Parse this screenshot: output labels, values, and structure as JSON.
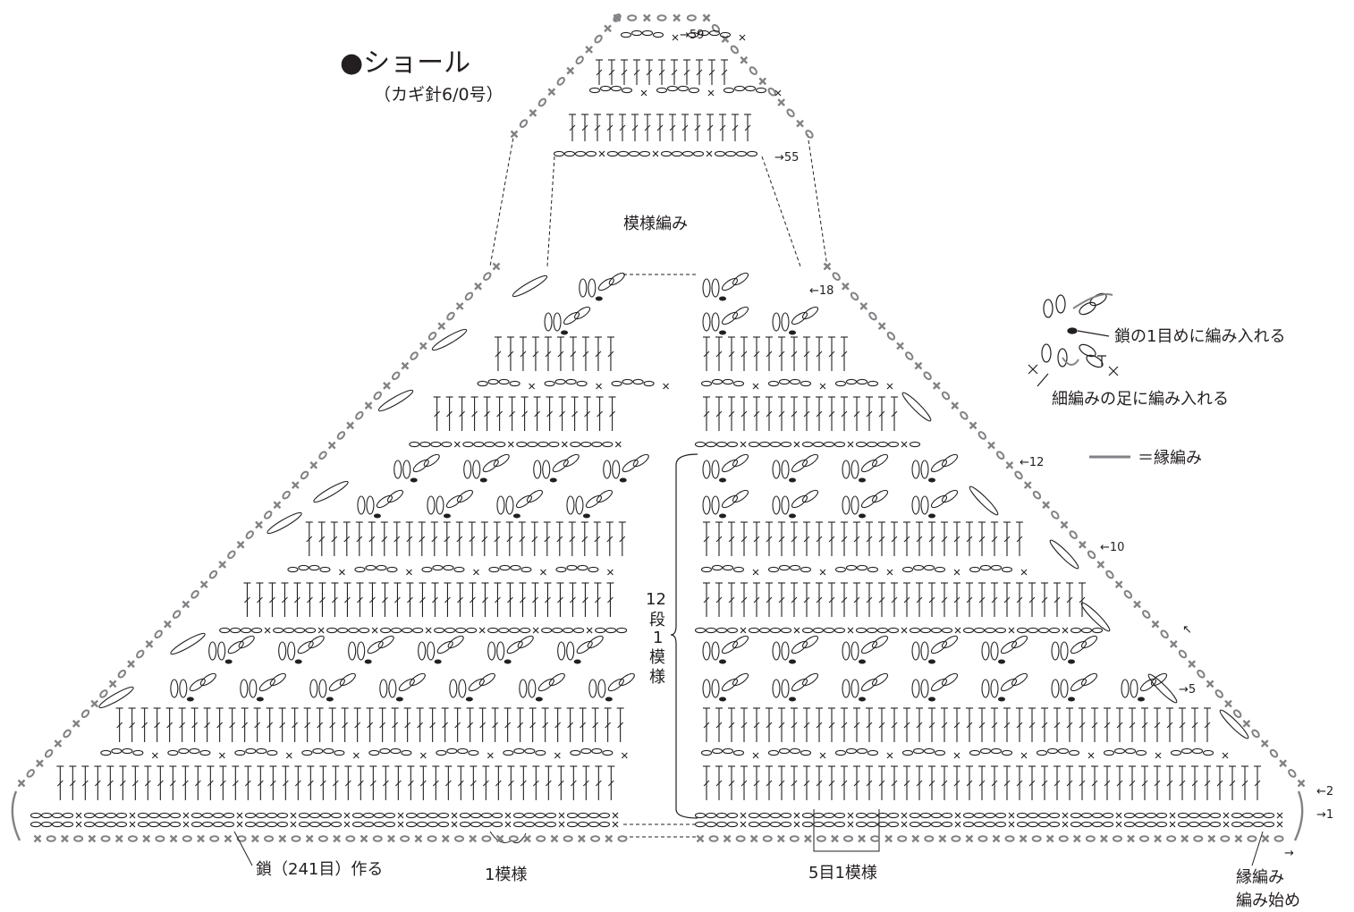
{
  "title": "●ショール",
  "subtitle": "（カギ針6/0号）",
  "pattern_label": "模様編み",
  "repeat_label": "12段1模様",
  "foundation_label": "鎖（241目）作る",
  "one_pattern_label": "1模様",
  "five_stitch_label": "5目1模様",
  "edge_start_label": [
    "縁編み",
    "編み始め"
  ],
  "legend": {
    "chain_first_stitch": "鎖の1目めに編み入れる",
    "sc_leg": "細編みの足に編み入れる",
    "edging_line": "＝縁編み"
  },
  "row_markers": {
    "r59": "→59",
    "r55": "→55",
    "r18": "←18",
    "r12": "←12",
    "r10": "←10",
    "r5": "→5",
    "r2": "←2",
    "r1": "→1",
    "arrow_up": "↖",
    "arrow_right": "→"
  },
  "colors": {
    "ink": "#231f20",
    "edging": "#808285",
    "background": "#ffffff"
  }
}
